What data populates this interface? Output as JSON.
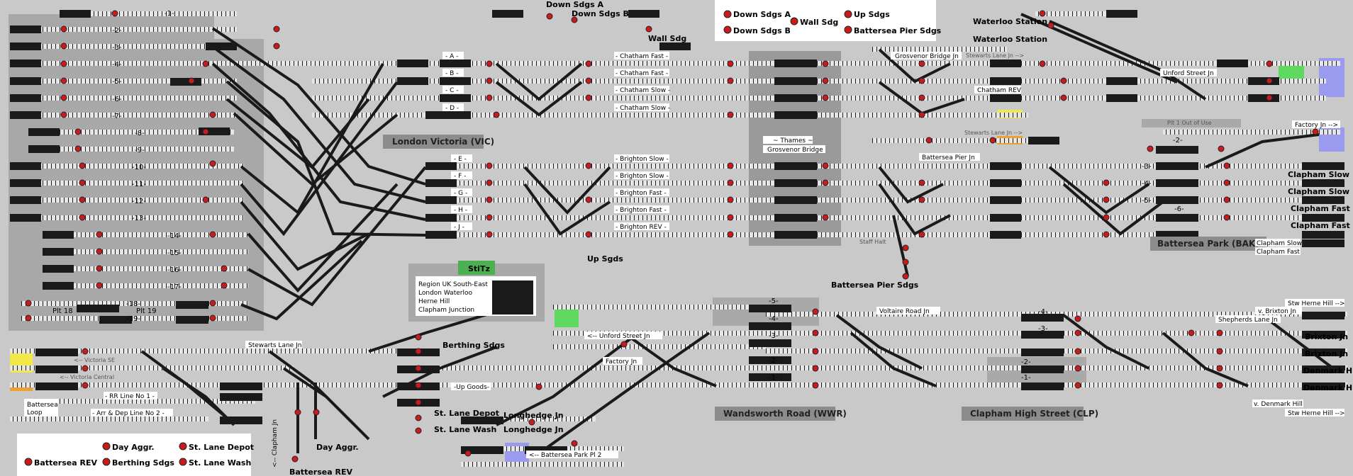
{
  "colors": {
    "background": "#c9c9c9",
    "track": "#e6e6e6",
    "track_edge": "#1a1a1a",
    "signal": "#cc1a1a",
    "berth": "#1a1a1a",
    "area_panel": "#999999",
    "platform_panel": "#a9a9a9",
    "green_zone": "#5fd85f",
    "yellow_zone": "#f2e84a",
    "orange_zone": "#f0a030",
    "blue_zone": "#9a9aee"
  },
  "legend_top": {
    "items": [
      "Down Sdgs A",
      "Wall Sdg",
      "Up Sdgs",
      "Down Sdgs B",
      "Battersea Pier Sdgs"
    ]
  },
  "legend_bottom": {
    "items": [
      "Day Aggr.",
      "St. Lane Depot",
      "Battersea REV",
      "Berthing Sdgs",
      "St. Lane Wash"
    ]
  },
  "areas": {
    "victoria": "London Victoria (VIC)",
    "battersea_park": "Battersea Park (BAK)",
    "wandsworth": "Wandsworth Road (WWR)",
    "clapham_high": "Clapham High Street (CLP)",
    "thames": "~ Thames ~",
    "grosvenor_bridge": "Grosvenor Bridge"
  },
  "stitz": {
    "title": "StiTz",
    "rows": [
      "Region UK South-East",
      "London Waterloo",
      "Herne Hill",
      "Clapham Junction"
    ]
  },
  "headings": {
    "down_sdgs_a": "Down Sdgs A",
    "down_sdgs_b": "Down Sdgs B",
    "wall_sdg": "Wall Sdg",
    "waterloo_1": "Waterloo Station",
    "waterloo_2": "Waterloo Station",
    "up_sgds": "Up Sgds",
    "battersea_pier_sdgs": "Battersea Pier Sdgs",
    "berthing_sdgs": "Berthing Sdgs",
    "st_lane_depot": "St. Lane Depot",
    "st_lane_wash": "St. Lane Wash",
    "longhedge_1": "Longhedge Jn",
    "longhedge_2": "Longhedge Jn",
    "day_aggr": "Day Aggr.",
    "battersea_rev": "Battersea REV",
    "clapham_slow_1": "Clapham Slow",
    "clapham_slow_2": "Clapham Slow",
    "clapham_fast_1": "Clapham Fast",
    "clapham_fast_2": "Clapham Fast",
    "brixton_1": "Brixton Jn",
    "brixton_2": "Brixton Jn",
    "denmark_1": "Denmark Hill",
    "denmark_2": "Denmark Hill"
  },
  "platforms_left": [
    "-1-",
    "-2-",
    "-3-",
    "-4-",
    "-5-",
    "-6-",
    "-7-",
    "-8-",
    "-9-",
    "-10-",
    "-11-",
    "-12-",
    "-13-",
    "-14-",
    "-15-",
    "-16-",
    "-17-",
    "-18-",
    "-19-"
  ],
  "plt_labels": {
    "p18": "Plt 18",
    "p19": "Plt 19"
  },
  "line_letters": [
    "- A -",
    "- B -",
    "- C -",
    "- D -",
    "- E -",
    "- F -",
    "- G -",
    "- H -",
    "- J -"
  ],
  "route_labels": {
    "chatham_fast_1": "- Chatham Fast -",
    "chatham_fast_2": "- Chatham Fast -",
    "chatham_slow_1": "- Chatham Slow -",
    "chatham_slow_2": "- Chatham Slow -",
    "brighton_slow_1": "- Brighton Slow -",
    "brighton_slow_2": "- Brighton Slow -",
    "brighton_fast_1": "- Brighton Fast -",
    "brighton_fast_2": "- Brighton Fast -",
    "brighton_rev": "- Brighton REV -",
    "grosvenor_bridge_jn": "Grosvenor Bridge Jn",
    "stewarts_lane_jn_top": "Stewarts Lane Jn -->",
    "chatham_rev": "Chatham REV",
    "stewarts_lane_jn_mid": "Stewarts Lane Jn -->",
    "battersea_pier_jn": "Battersea Pier Jn",
    "unford_street_jn": "Unford Street Jn",
    "plt1_out": "Plt 1 Out of Use",
    "factory_jn_top": "Factory Jn -->",
    "staff_halt": "Staff Halt",
    "bak_pl3": "-3-",
    "bak_pl4": "-4-",
    "bak_pl5": "-5-",
    "bak_pl2": "-2-",
    "bak_pl6": "-6-",
    "clapham_slow_fast_1": "Clapham Slow",
    "clapham_slow_fast_2": "Clapham Fast"
  },
  "bottom_labels": {
    "stewarts_lane_jn": "Stewarts Lane Jn",
    "victoria_se": "<-- Victoria SE",
    "victoria_central": "<-- Victoria Central",
    "rr_line": "- RR Line No 1 -",
    "arr_dep": "- Arr & Dep Line No 2 -",
    "battersea_loop_1": "Battersea",
    "battersea_loop_2": "Loop",
    "up_goods": "-Up Goods-",
    "unford_street_jn": "<-- Unford Street Jn",
    "factory_jn": "Factory Jn",
    "battersea_park_pl2": "<-- Battersea Park Pl 2",
    "clapham_jn": "<-- Clapham Jn",
    "voltaire_road_jn": "Voltaire Road Jn",
    "shepherds_lane_jn": "Shepherds Lane Jn",
    "stw_herne_hill_1": "Stw Herne Hill -->",
    "v_brixton_jn": "v. Brixton Jn",
    "v_denmark_hill": "v. Denmark Hill",
    "stw_herne_hill_2": "Stw Herne Hill -->",
    "wwr_5": "-5-",
    "wwr_4": "-4-",
    "wwr_3": "-3-",
    "wwr_2": "-2-",
    "wwr_1": "-1-",
    "clp_4": "-4-",
    "clp_3": "-3-",
    "clp_2": "-2-",
    "clp_1": "-1-"
  }
}
